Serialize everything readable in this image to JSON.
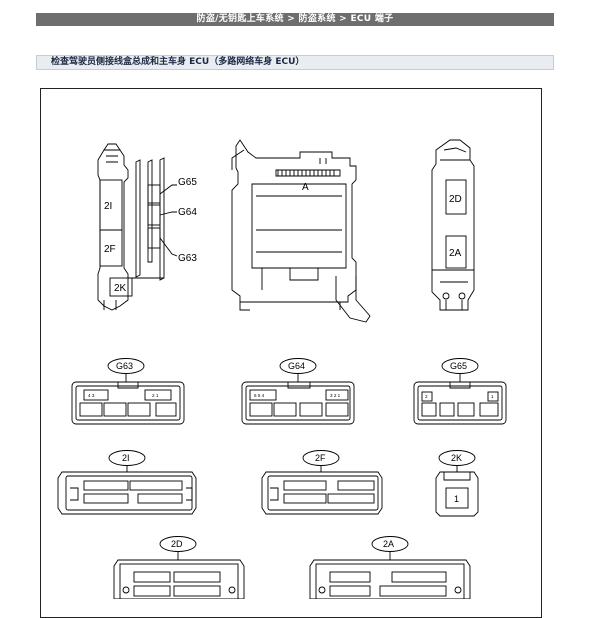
{
  "header": {
    "breadcrumb": "防盗/无钥匙上车系统 > 防盗系统 > ECU 端子"
  },
  "section": {
    "title": "检查驾驶员侧接线盒总成和主车身 ECU（多路网络车身 ECU）"
  },
  "diagram": {
    "left_unit": {
      "connectors": [
        "2I",
        "2F",
        "2K"
      ],
      "callouts": [
        "G65",
        "G64",
        "G63"
      ]
    },
    "center_unit": {
      "connector": "A"
    },
    "right_unit": {
      "connectors": [
        "2D",
        "2A"
      ]
    },
    "connector_views": {
      "g63": {
        "name": "G63",
        "row1_left": "4 3",
        "row1_mid": "2 1",
        "row1_right": ""
      },
      "g64": {
        "name": "G64",
        "row1_left": "6 5 4",
        "row1_right": "3 2 1"
      },
      "g65": {
        "name": "G65",
        "row1_left": "2",
        "row1_right": "1"
      },
      "c2i": {
        "name": "2I"
      },
      "c2f": {
        "name": "2F"
      },
      "c2k": {
        "name": "2K",
        "pin": "1"
      },
      "c2d": {
        "name": "2D"
      },
      "c2a": {
        "name": "2A"
      }
    }
  }
}
